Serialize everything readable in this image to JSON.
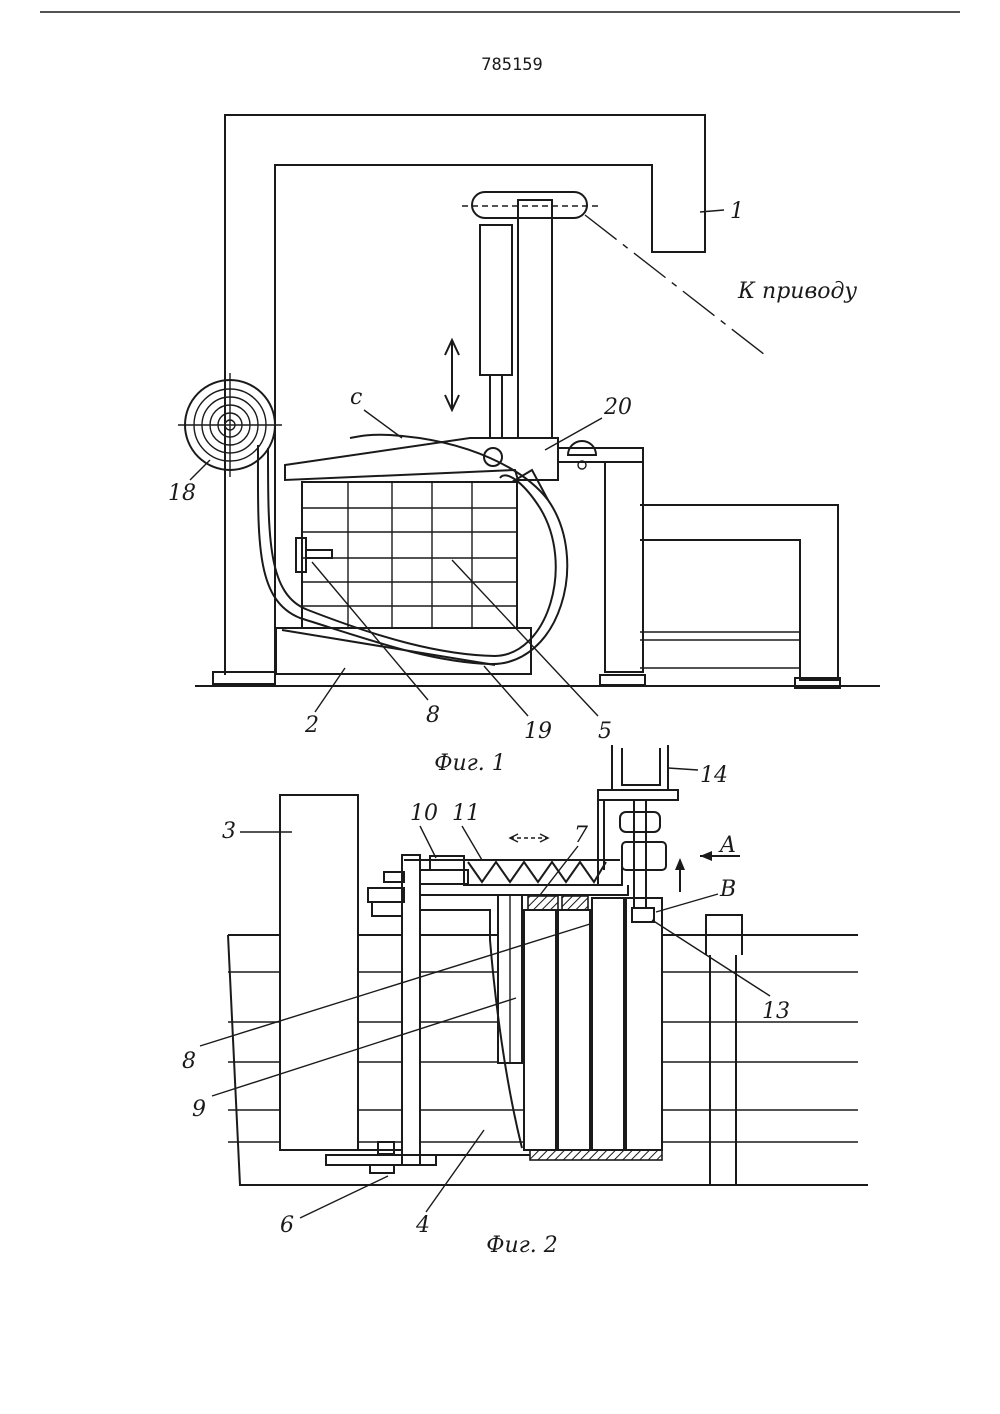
{
  "document": {
    "patent_number": "785159",
    "fig1_caption": "Фиг. 1",
    "fig2_caption": "Фиг. 2"
  },
  "fig1": {
    "labels": {
      "frame": "1",
      "drive": "К приводу",
      "c": "с",
      "head": "20",
      "coil": "18",
      "base": "2",
      "clamp": "8",
      "band": "19",
      "stack": "5"
    }
  },
  "fig2": {
    "labels": {
      "column": "3",
      "part10": "10",
      "spring": "11",
      "part7": "7",
      "cylinder": "14",
      "arrow_a": "A",
      "b": "B",
      "part13": "13",
      "part8": "8",
      "part9": "9",
      "part6": "6",
      "part4": "4"
    }
  }
}
